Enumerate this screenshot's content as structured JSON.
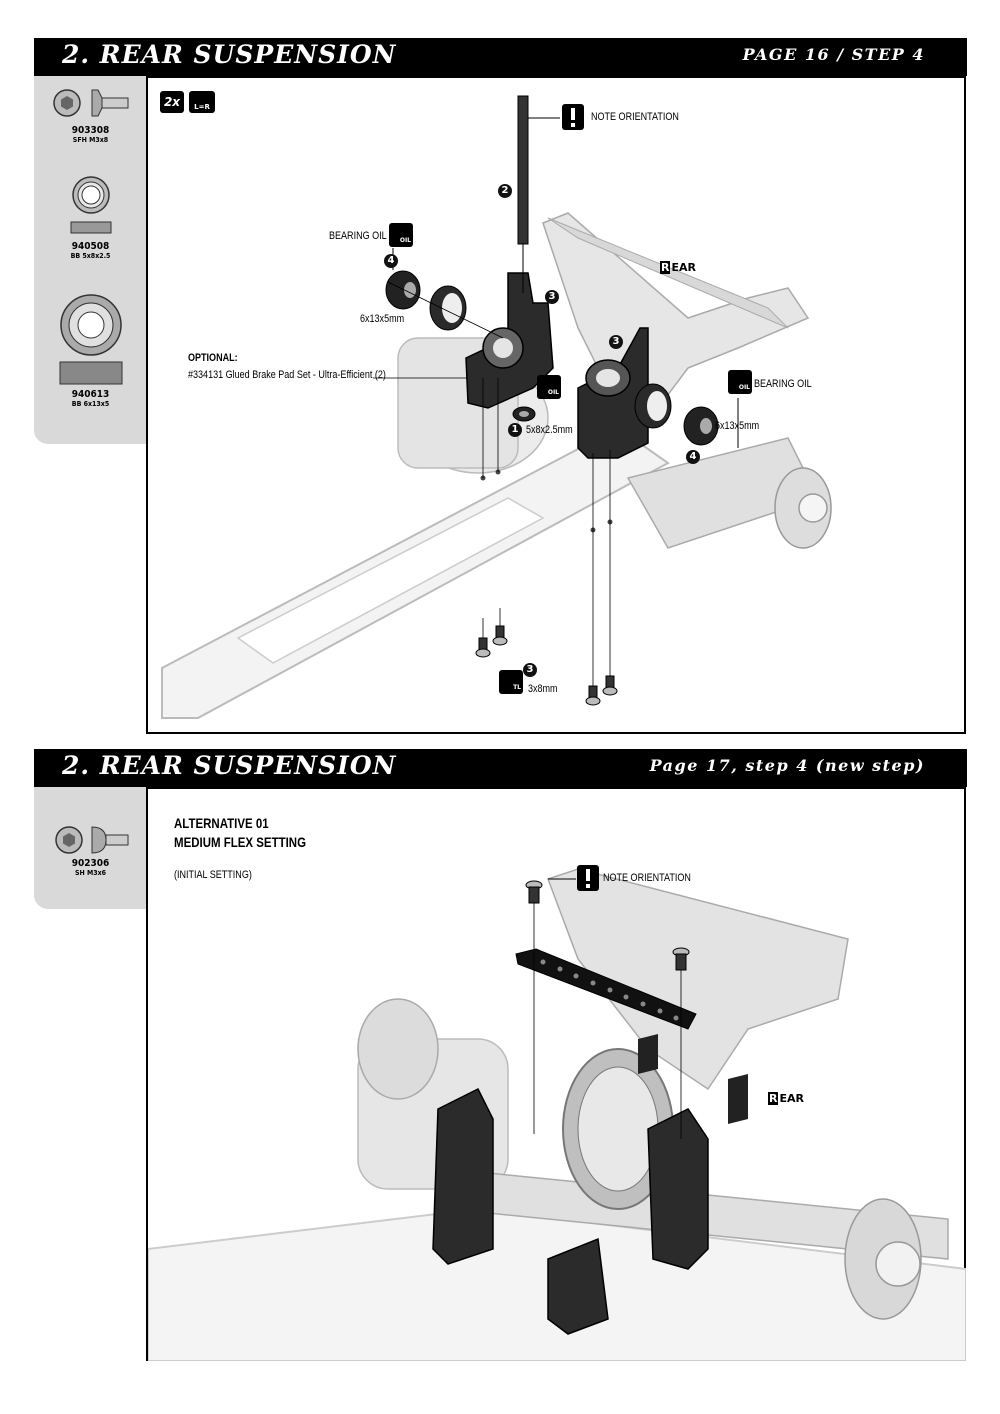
{
  "section1": {
    "title": "2. REAR SUSPENSION",
    "page_ref": "PAGE 16 / STEP 4",
    "parts": [
      {
        "number": "903308",
        "desc": "SFH M3x8",
        "icon": "flat-head-screw-icon"
      },
      {
        "number": "940508",
        "desc": "BB 5x8x2.5",
        "icon": "small-ball-bearing-icon"
      },
      {
        "number": "940613",
        "desc": "BB 6x13x5",
        "icon": "large-ball-bearing-icon"
      }
    ],
    "qty_badge": "2x",
    "lr_badge": "L=R",
    "callouts": {
      "note_orientation": "NOTE ORIENTATION",
      "bearing_oil_left": "BEARING OIL",
      "bearing_oil_right": "BEARING OIL",
      "oil_tag": "OIL",
      "tl_tag": "TL",
      "bearing_left": "6x13x5mm",
      "bearing_right": "6x13x5mm",
      "small_bearing": "5x8x2.5mm",
      "screw": "3x8mm",
      "optional_title": "OPTIONAL:",
      "optional_text": "#334131 Glued Brake Pad Set - Ultra-Efficient (2)",
      "rear": "REAR"
    },
    "step_numbers": [
      "1",
      "2",
      "3",
      "3",
      "3",
      "4",
      "4"
    ]
  },
  "section2": {
    "title": "2. REAR SUSPENSION",
    "page_ref": "Page 17, step 4 (new step)",
    "parts": [
      {
        "number": "902306",
        "desc": "SH M3x6",
        "icon": "button-head-screw-icon"
      }
    ],
    "heading1": "ALTERNATIVE 01",
    "heading2": "MEDIUM FLEX SETTING",
    "subheading": "(INITIAL SETTING)",
    "note_orientation": "NOTE ORIENTATION",
    "rear": "REAR"
  }
}
